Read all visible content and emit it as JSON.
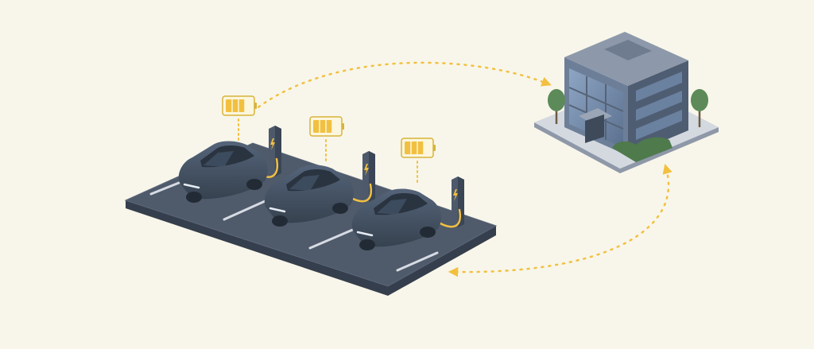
{
  "scene": {
    "background": "#f8f6ea",
    "lot_color": "#4a5568",
    "lot_top_color": "#505c6e",
    "lot_side_color": "#353e4c",
    "car_color": "#3d4a5c",
    "charger_color": "#4e5a6c",
    "cable_color": "#f2c040",
    "battery_color": "#f2c040",
    "flow_color": "#f2c040",
    "building_wall_color": "#566478",
    "building_glass_color": "#7b93b3",
    "tree_color": "#5c8a58",
    "parking_spots": [
      {
        "charge": 0.75,
        "battery_icon": "battery-full-icon"
      },
      {
        "charge": 0.75,
        "battery_icon": "battery-full-icon"
      },
      {
        "charge": 0.75,
        "battery_icon": "battery-full-icon"
      }
    ],
    "icons": {
      "car": "electric-car-icon",
      "charger": "charging-station-icon",
      "bolt": "lightning-bolt-icon",
      "building": "office-building-icon",
      "tree": "tree-icon"
    }
  }
}
